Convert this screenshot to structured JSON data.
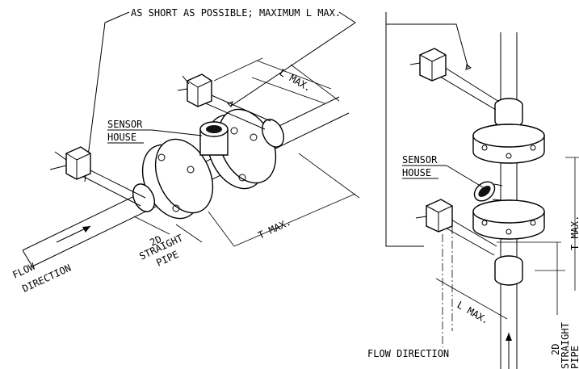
{
  "labels": {
    "top_note": "AS SHORT AS POSSIBLE; MAXIMUM L MAX.",
    "sensor_left_line1": "SENSOR",
    "sensor_left_line2": "HOUSE",
    "sensor_right_line1": "SENSOR",
    "sensor_right_line2": "HOUSE",
    "l_max_left": "L MAX.",
    "t_max_left": "T MAX.",
    "straight_left_line1": "2D",
    "straight_left_line2": "STRAIGHT",
    "straight_left_line3": "PIPE",
    "flow_left_line1": "FLOW",
    "flow_left_line2": "DIRECTION",
    "l_max_right": "L MAX.",
    "t_max_right": "T MAX.",
    "straight_right_line1": "2D",
    "straight_right_line2": "STRAIGHT",
    "straight_right_line3": "PIPE",
    "flow_right": "FLOW DIRECTION"
  }
}
